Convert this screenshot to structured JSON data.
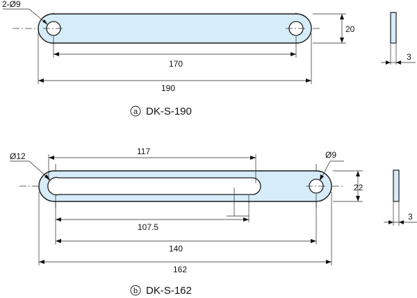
{
  "part_a": {
    "hole_label": "2-Ø9",
    "height_dim": "20",
    "center_dim": "170",
    "length_dim": "190",
    "thickness_dim": "3",
    "caption_marker": "a",
    "caption_text": "DK-S-190"
  },
  "part_b": {
    "slot_label": "Ø12",
    "hole_label": "Ø9",
    "slot_reach_dim": "117",
    "height_dim": "22",
    "slot_travel_dim": "107.5",
    "center_dim": "140",
    "length_dim": "162",
    "thickness_dim": "3",
    "caption_marker": "b",
    "caption_text": "DK-S-162"
  },
  "colors": {
    "part_fill": "#d6ecf8",
    "outline": "#1a1a1a"
  }
}
